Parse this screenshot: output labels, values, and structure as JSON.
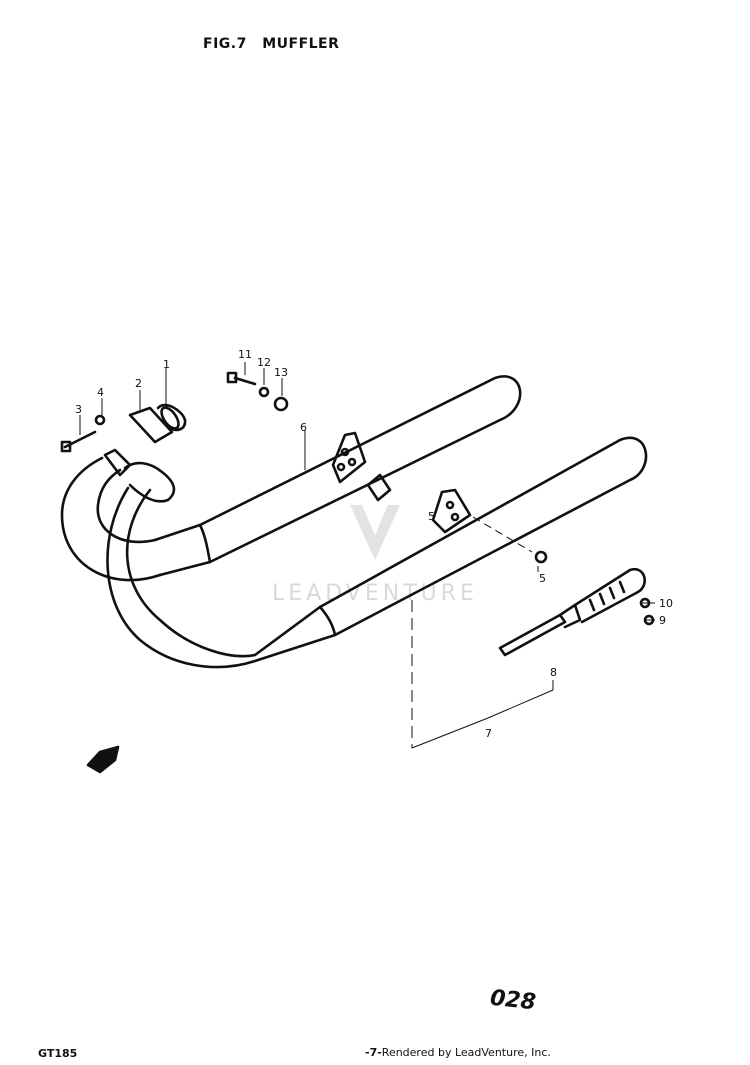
{
  "header": {
    "fig_label": "FIG.7",
    "title": "MUFFLER"
  },
  "footer": {
    "model": "GT185",
    "page_number": "-7-",
    "rendered_by": "Rendered by LeadVenture, Inc.",
    "catalog_code": "028"
  },
  "watermark": {
    "text": "LEADVENTURE",
    "color": "#d9d9d9"
  },
  "callouts": [
    {
      "id": "c1",
      "label": "1"
    },
    {
      "id": "c2",
      "label": "2"
    },
    {
      "id": "c3",
      "label": "3"
    },
    {
      "id": "c4",
      "label": "4"
    },
    {
      "id": "c5a",
      "label": "5"
    },
    {
      "id": "c5b",
      "label": "5"
    },
    {
      "id": "c6",
      "label": "6"
    },
    {
      "id": "c7",
      "label": "7"
    },
    {
      "id": "c8",
      "label": "8"
    },
    {
      "id": "c9",
      "label": "9"
    },
    {
      "id": "c10",
      "label": "10"
    },
    {
      "id": "c11",
      "label": "11"
    },
    {
      "id": "c12",
      "label": "12"
    },
    {
      "id": "c13",
      "label": "13"
    }
  ]
}
